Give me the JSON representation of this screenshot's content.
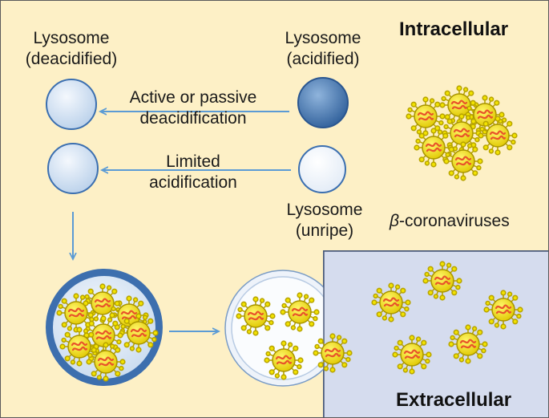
{
  "labels": {
    "intracellular": "Intracellular",
    "extracellular": "Extracellular",
    "lyso_deacidified_l1": "Lysosome",
    "lyso_deacidified_l2": "(deacidified)",
    "lyso_acidified_l1": "Lysosome",
    "lyso_acidified_l2": "(acidified)",
    "lyso_unripe_l1": "Lysosome",
    "lyso_unripe_l2": "(unripe)",
    "arrow_top_l1": "Active or passive",
    "arrow_top_l2": "deacidification",
    "arrow_mid_l1": "Limited",
    "arrow_mid_l2": "acidification",
    "virus_beta": "β",
    "virus_rest": "-coronaviruses"
  },
  "colors": {
    "intracellular_bg": "#fdf0c6",
    "extracellular_bg": "#d5dcee",
    "arrow": "#5b9bd5",
    "virus_core": "#f5e60a",
    "virus_rna": "#e8542a"
  }
}
